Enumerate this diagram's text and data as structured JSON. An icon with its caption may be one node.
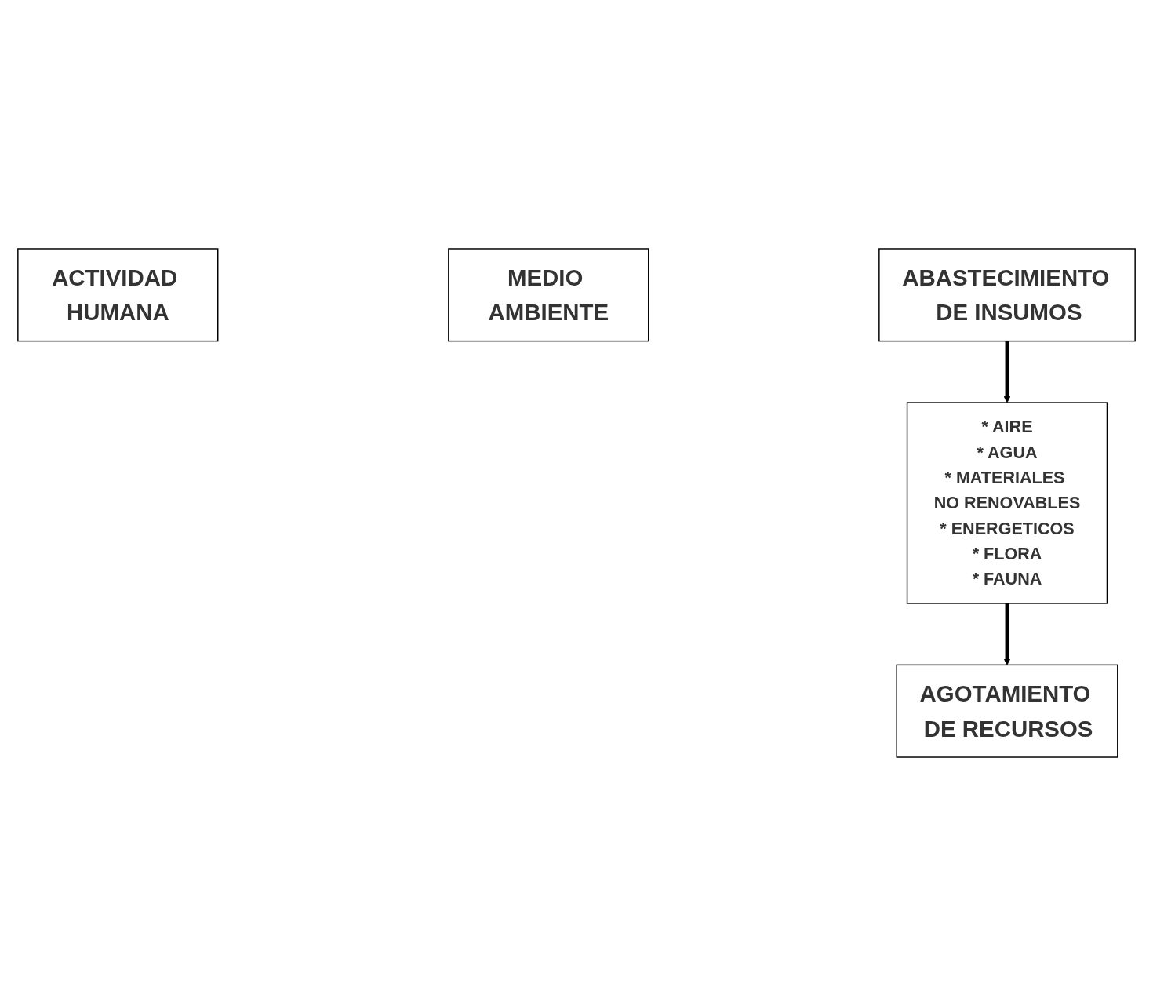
{
  "diagram": {
    "nodes": [
      {
        "text": [
          "ACTIVIDAD HUMANA"
        ]
      },
      {
        "text": [
          "MEDIO AMBIENTE"
        ]
      },
      {
        "text": [
          "ABASTECIMIENTO DE INSUMOS"
        ]
      },
      {
        "text": [
          "* AIRE",
          "* AGUA",
          "* MATERIALES NO RENOVABLES",
          "* ENERGETICOS",
          "* FLORA",
          "* FAUNA"
        ]
      },
      {
        "text": [
          "AGOTAMIENTO DE RECURSOS"
        ]
      }
    ],
    "edges": [
      {
        "from": 2,
        "to": 3,
        "arrow": "to"
      },
      {
        "from": 3,
        "to": 4,
        "arrow": "to"
      }
    ]
  }
}
